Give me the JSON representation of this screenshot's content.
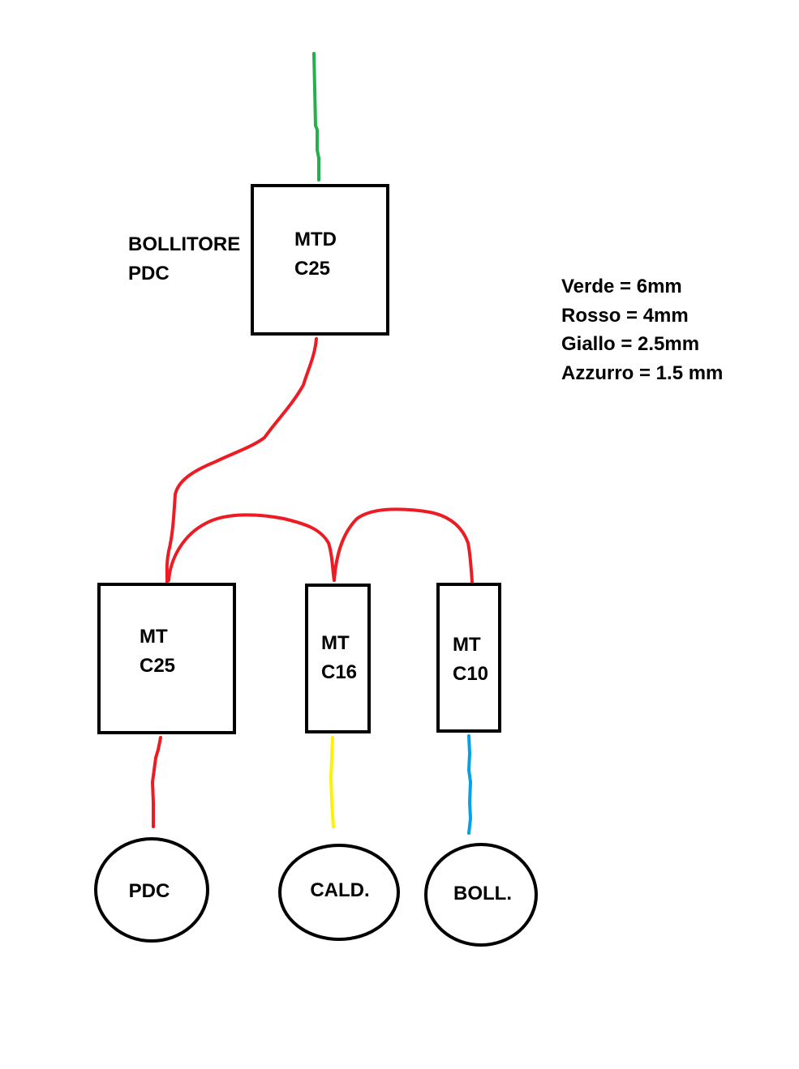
{
  "colors": {
    "green": "#22b14c",
    "red": "#ed1c24",
    "yellow": "#fff200",
    "blue": "#00a2e8",
    "stroke": "#000000"
  },
  "side_label": {
    "line1": "BOLLITORE",
    "line2": "PDC"
  },
  "main_breaker": {
    "line1": "MTD",
    "line2": "C25"
  },
  "breakers": [
    {
      "line1": "MT",
      "line2": "C25"
    },
    {
      "line1": "MT",
      "line2": "C16"
    },
    {
      "line1": "MT",
      "line2": "C10"
    }
  ],
  "loads": [
    {
      "label": "PDC"
    },
    {
      "label": "CALD."
    },
    {
      "label": "BOLL."
    }
  ],
  "legend": [
    "Verde = 6mm",
    "Rosso = 4mm",
    "Giallo = 2.5mm",
    "Azzurro = 1.5 mm"
  ]
}
